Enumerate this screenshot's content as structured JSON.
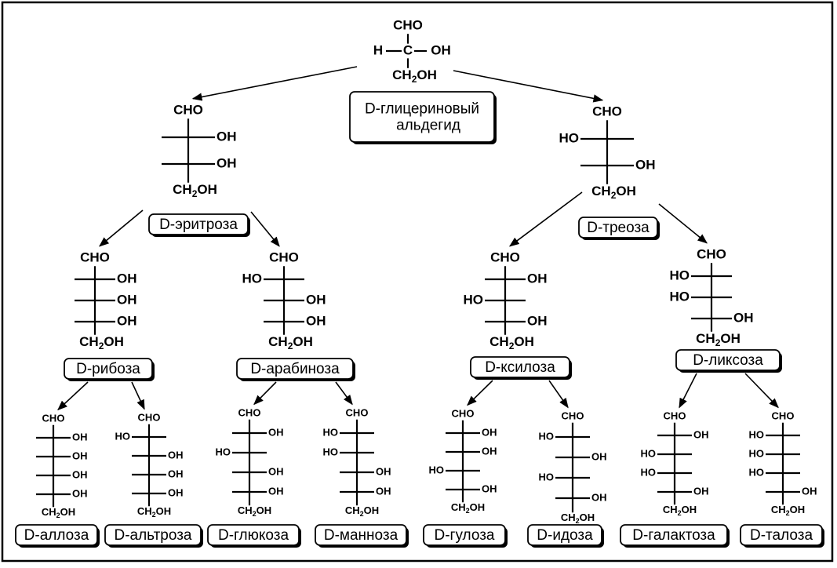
{
  "root": {
    "id": "glyceraldehyde",
    "top": "CHO",
    "bottom": "CH2OH",
    "rows": [
      "R"
    ],
    "explicit_h": true,
    "label_lines": [
      "D-глицериновый",
      "альдегид"
    ]
  },
  "tetroses": [
    {
      "id": "erythrose",
      "top": "CHO",
      "bottom": "CH2OH",
      "rows": [
        "R",
        "R"
      ],
      "label": "D-эритроза"
    },
    {
      "id": "threose",
      "top": "CHO",
      "bottom": "CH2OH",
      "rows": [
        "L",
        "R"
      ],
      "label": "D-треоза"
    }
  ],
  "pentoses": [
    {
      "id": "ribose",
      "top": "CHO",
      "bottom": "CH2OH",
      "rows": [
        "R",
        "R",
        "R"
      ],
      "label": "D-рибоза"
    },
    {
      "id": "arabinose",
      "top": "CHO",
      "bottom": "CH2OH",
      "rows": [
        "L",
        "R",
        "R"
      ],
      "label": "D-арабиноза"
    },
    {
      "id": "xylose",
      "top": "CHO",
      "bottom": "CH2OH",
      "rows": [
        "R",
        "L",
        "R"
      ],
      "label": "D-ксилоза"
    },
    {
      "id": "lyxose",
      "top": "CHO",
      "bottom": "CH2OH",
      "rows": [
        "L",
        "L",
        "R"
      ],
      "label": "D-ликсоза"
    }
  ],
  "hexoses": [
    {
      "id": "allose",
      "top": "CHO",
      "bottom": "CH2OH",
      "rows": [
        "R",
        "R",
        "R",
        "R"
      ],
      "label": "D-аллоза"
    },
    {
      "id": "altrose",
      "top": "CHO",
      "bottom": "CH2OH",
      "rows": [
        "L",
        "R",
        "R",
        "R"
      ],
      "label": "D-альтроза"
    },
    {
      "id": "glucose",
      "top": "CHO",
      "bottom": "CH2OH",
      "rows": [
        "R",
        "L",
        "R",
        "R"
      ],
      "label": "D-глюкоза"
    },
    {
      "id": "mannose",
      "top": "CHO",
      "bottom": "CH2OH",
      "rows": [
        "L",
        "L",
        "R",
        "R"
      ],
      "label": "D-манноза"
    },
    {
      "id": "gulose",
      "top": "CHO",
      "bottom": "CH2OH",
      "rows": [
        "R",
        "R",
        "L",
        "R"
      ],
      "label": "D-гулоза"
    },
    {
      "id": "idose",
      "top": "CHO",
      "bottom": "CH2OH",
      "rows": [
        "L",
        "R",
        "L",
        "R"
      ],
      "label": "D-идоза"
    },
    {
      "id": "galactose",
      "top": "CHO",
      "bottom": "CH2OH",
      "rows": [
        "R",
        "L",
        "L",
        "R"
      ],
      "label": "D-галактоза"
    },
    {
      "id": "talose",
      "top": "CHO",
      "bottom": "CH2OH",
      "rows": [
        "L",
        "L",
        "L",
        "R"
      ],
      "label": "D-талоза"
    }
  ],
  "group_text": {
    "oh": "OH",
    "ho": "HO",
    "h": "H",
    "c": "C"
  },
  "edges": [
    [
      "glyceraldehyde",
      "erythrose"
    ],
    [
      "glyceraldehyde",
      "threose"
    ],
    [
      "erythrose",
      "ribose"
    ],
    [
      "erythrose",
      "arabinose"
    ],
    [
      "threose",
      "xylose"
    ],
    [
      "threose",
      "lyxose"
    ],
    [
      "ribose",
      "allose"
    ],
    [
      "ribose",
      "altrose"
    ],
    [
      "arabinose",
      "glucose"
    ],
    [
      "arabinose",
      "mannose"
    ],
    [
      "xylose",
      "gulose"
    ],
    [
      "xylose",
      "idose"
    ],
    [
      "lyxose",
      "galactose"
    ],
    [
      "lyxose",
      "talose"
    ]
  ]
}
